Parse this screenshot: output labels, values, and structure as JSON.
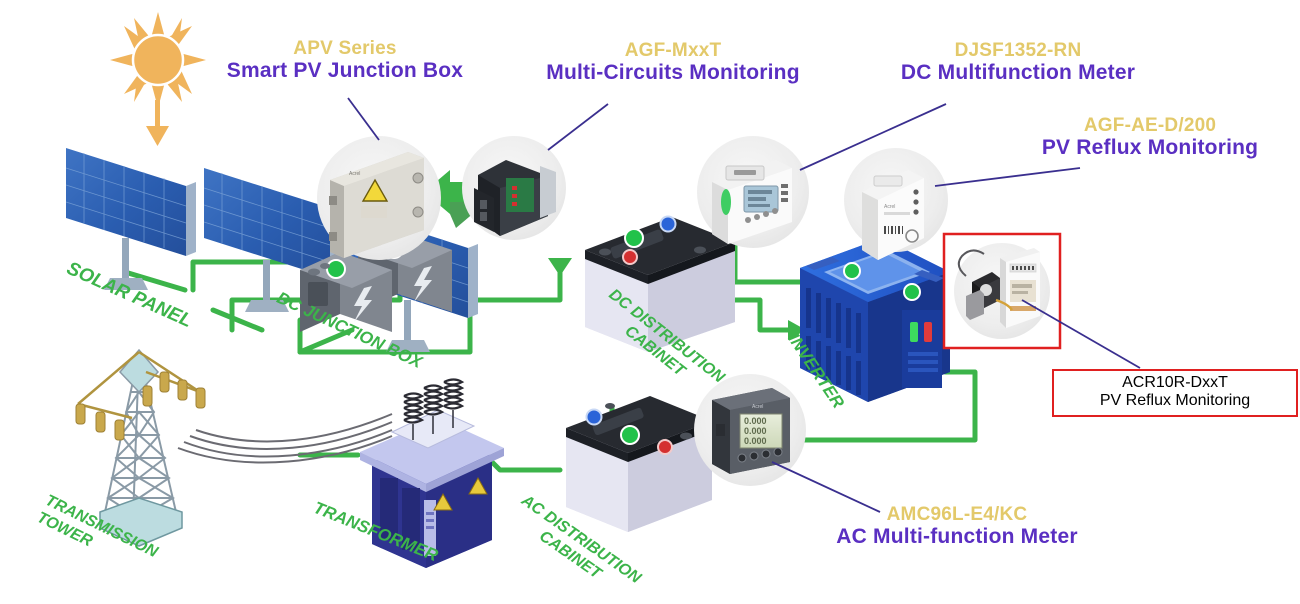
{
  "title": "Solar PV Monitoring System Diagram",
  "colors": {
    "code_yellow": "#e3c96a",
    "desc_purple": "#5a2fc2",
    "flow_green": "#3cb44a",
    "leader_navy": "#3a2f8f",
    "callout_red": "#e02020",
    "sun_orange": "#f0b45c",
    "panel_blue": "#2a63b8",
    "inverter_blue": "#1c4fc4",
    "transformer_blue": "#3b3fa8",
    "cabinet_lavender": "#dcdcee",
    "device_gray": "#6e7480",
    "tower_steel": "#8a9aa6",
    "insulator_gold": "#c9a84c"
  },
  "callouts": [
    {
      "id": "apv",
      "code": "APV Series",
      "desc": "Smart PV Junction Box"
    },
    {
      "id": "agfm",
      "code": "AGF-MxxT",
      "desc": "Multi-Circuits Monitoring"
    },
    {
      "id": "djsf",
      "code": "DJSF1352-RN",
      "desc": "DC Multifunction Meter"
    },
    {
      "id": "agfae",
      "code": "AGF-AE-D/200",
      "desc": "PV Reflux Monitoring"
    },
    {
      "id": "acr10r",
      "code": "ACR10R-DxxT",
      "desc": "PV Reflux Monitoring",
      "boxed": true
    },
    {
      "id": "amc96l",
      "code": "AMC96L-E4/KC",
      "desc": "AC Multi-function Meter"
    }
  ],
  "stage_labels": [
    {
      "id": "solar-panel",
      "text": "SOLAR  PANEL"
    },
    {
      "id": "dc-junction-box",
      "text": "DC  JUNCTION  BOX"
    },
    {
      "id": "dc-dist-cabinet",
      "line1": "DC  DISTRIBUTION",
      "line2": "CABINET"
    },
    {
      "id": "inverter",
      "text": "INVERTER"
    },
    {
      "id": "transmission-tower",
      "line1": "TRANSMISSION",
      "line2": "TOWER"
    },
    {
      "id": "transformer",
      "text": "TRANSFORMER"
    },
    {
      "id": "ac-dist-cabinet",
      "line1": "AC  DISTRIBUTION",
      "line2": "CABINET"
    }
  ],
  "meter_display": {
    "row1": "0.000",
    "row2": "0.000",
    "row3": "0.000"
  },
  "icons": {
    "sun": "sun-icon",
    "down_arrow": "down-arrow-icon",
    "warning": "warning-triangle-icon",
    "bolt": "lightning-bolt-icon"
  }
}
